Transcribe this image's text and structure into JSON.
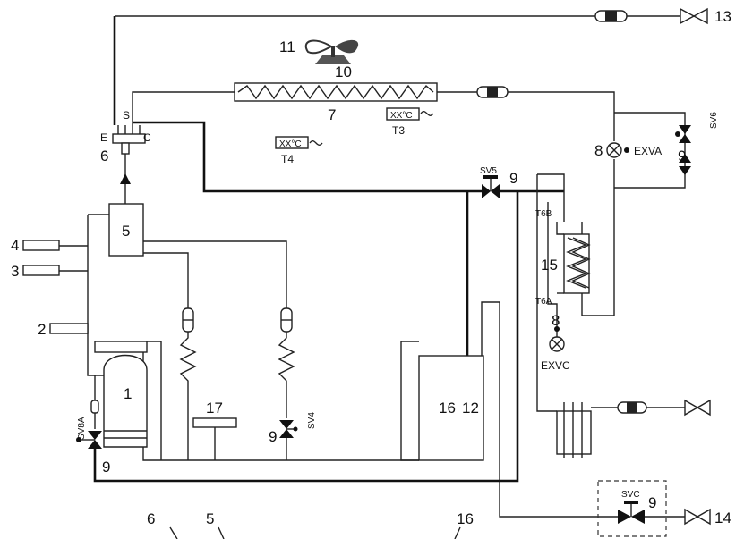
{
  "labels": {
    "n1": "1",
    "n2": "2",
    "n3": "3",
    "n4": "4",
    "n5": "5",
    "n6": "6",
    "n7": "7",
    "n8a": "8",
    "n8b": "8",
    "n9a": "9",
    "n9b": "9",
    "n9c": "9",
    "n9d": "9",
    "n9e": "9",
    "n10": "10",
    "n11": "11",
    "n12": "12",
    "n13": "13",
    "n14": "14",
    "n15": "15",
    "n16": "16",
    "n17": "17",
    "bottom6": "6",
    "bottom5": "5",
    "bottom16": "16"
  },
  "valve_labels": {
    "sv5": "SV5",
    "sv6": "SV6",
    "sv4": "SV4",
    "sv8a": "SV8A",
    "svc": "SVC",
    "exva": "EXVA",
    "exvc": "EXVC"
  },
  "sensor_labels": {
    "t3": "T3",
    "t4": "T4",
    "t6a": "T6A",
    "t6b": "T6B",
    "t3_reading": "XX°C",
    "t4_reading": "XX°C"
  },
  "port_labels": {
    "e": "E",
    "s": "S",
    "c": "C"
  }
}
